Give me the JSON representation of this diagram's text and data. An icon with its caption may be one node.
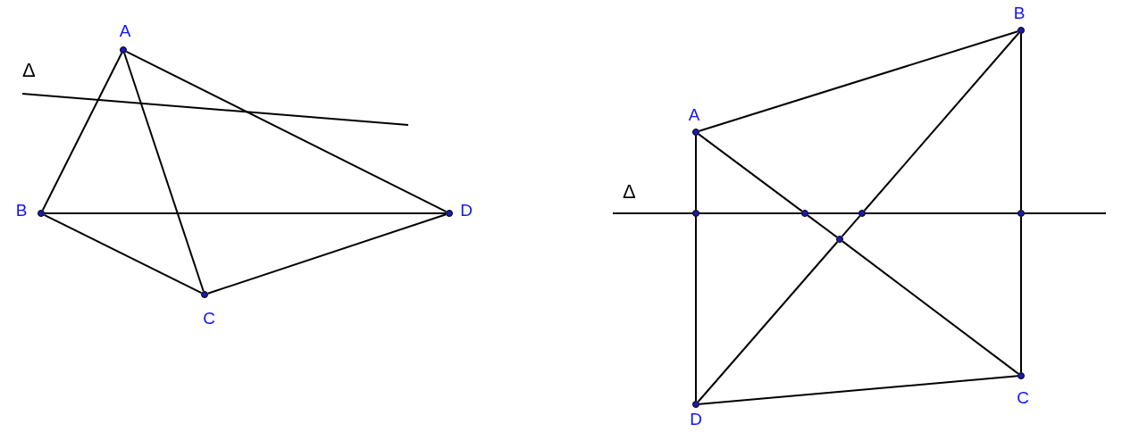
{
  "diagram": {
    "nodes": [
      {
        "text": [
          "A"
        ]
      },
      {
        "text": [
          "B"
        ]
      },
      {
        "text": [
          "C"
        ]
      },
      {
        "text": [
          "D"
        ]
      },
      {
        "text": [
          "A"
        ]
      },
      {
        "text": [
          "B"
        ]
      },
      {
        "text": [
          "C"
        ]
      },
      {
        "text": [
          "D"
        ]
      },
      {
        "text": [],
        "shape": "circle"
      },
      {
        "text": [],
        "shape": "circle"
      },
      {
        "text": [],
        "shape": "circle"
      },
      {
        "text": [],
        "shape": "circle"
      },
      {
        "text": [],
        "shape": "circle"
      }
    ],
    "edges": [
      {
        "from": 0,
        "to": 1,
        "arrow": "none"
      },
      {
        "from": 0,
        "to": 2,
        "arrow": "none"
      },
      {
        "from": 0,
        "to": 3,
        "arrow": "none"
      },
      {
        "from": 1,
        "to": 3,
        "arrow": "none"
      },
      {
        "from": 1,
        "to": 2,
        "arrow": "none"
      },
      {
        "from": 2,
        "to": 3,
        "arrow": "none"
      },
      {
        "from": 4,
        "to": 5,
        "arrow": "none"
      },
      {
        "from": 5,
        "to": 11,
        "arrow": "none"
      },
      {
        "from": 11,
        "to": 6,
        "arrow": "none"
      },
      {
        "from": 6,
        "to": 7,
        "arrow": "none"
      },
      {
        "from": 7,
        "to": 8,
        "arrow": "none"
      },
      {
        "from": 8,
        "to": 4,
        "arrow": "none"
      },
      {
        "from": 4,
        "to": 9,
        "arrow": "none"
      },
      {
        "from": 9,
        "to": 12,
        "arrow": "none"
      },
      {
        "from": 12,
        "to": 6,
        "arrow": "none"
      },
      {
        "from": 5,
        "to": 10,
        "arrow": "none"
      },
      {
        "from": 10,
        "to": 12,
        "arrow": "none"
      },
      {
        "from": 12,
        "to": 7,
        "arrow": "none"
      }
    ],
    "labels": [
      "Δ",
      "Δ"
    ]
  }
}
